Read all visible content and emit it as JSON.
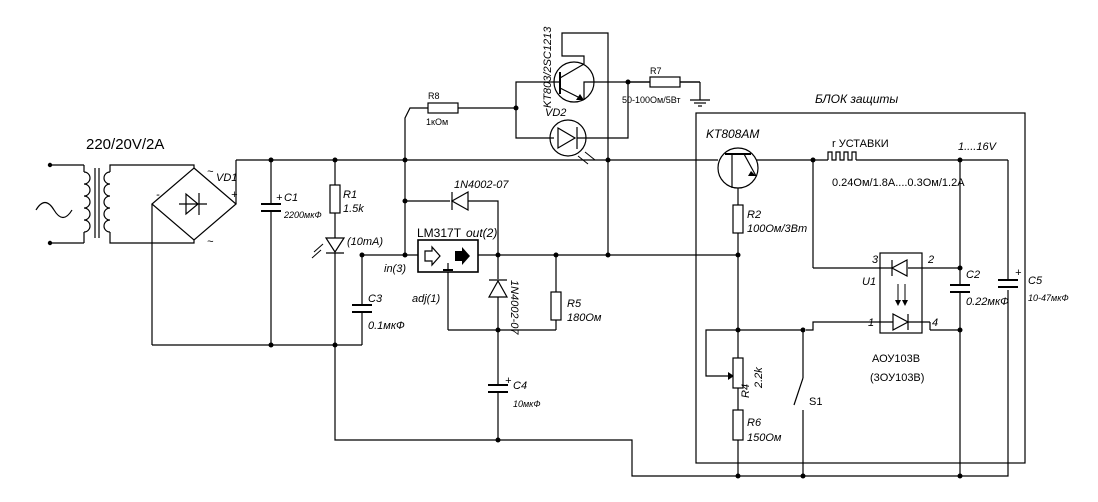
{
  "transformer": {
    "rating": "220/20V/2A"
  },
  "bridge": {
    "ref": "VD1",
    "minus": "-",
    "plus": "+",
    "ac1": "~",
    "ac2": "~"
  },
  "c1": {
    "ref": "C1",
    "value": "2200мкФ",
    "plus": "+"
  },
  "r1": {
    "ref": "R1",
    "value": "1.5k"
  },
  "led1": {
    "current": "(10mA)"
  },
  "c3": {
    "ref": "C3",
    "value": "0.1мкФ"
  },
  "r8": {
    "ref": "R8",
    "value": "1кОм"
  },
  "q_top": {
    "part": "KT803/2SC1213"
  },
  "r7": {
    "ref": "R7",
    "value": "50-100Ом/5Вт"
  },
  "vd2": {
    "ref": "VD2"
  },
  "d_top": {
    "part": "1N4002-07"
  },
  "regulator": {
    "part": "LM317T",
    "out": "out(2)",
    "in": "in(3)",
    "adj": "adj(1)"
  },
  "d_right": {
    "part": "1N4002-07"
  },
  "r5": {
    "ref": "R5",
    "value": "180Ом"
  },
  "c4": {
    "ref": "C4",
    "value": "10мкФ",
    "plus": "+"
  },
  "protection": {
    "title": "БЛОК защиты",
    "transistor": "KT808AM",
    "voltage": "1....16V",
    "shunt_label": "r УСТАВКИ",
    "shunt_range": "0.24Ом/1.8А....0.3Ом/1.2А",
    "r2": {
      "ref": "R2",
      "value": "100Ом/3Вт"
    },
    "u1": {
      "ref": "U1",
      "pin1": "1",
      "pin2": "2",
      "pin3": "3",
      "pin4": "4",
      "part": "АОУ103В",
      "alt": "(3ОУ103В)"
    },
    "c2": {
      "ref": "C2",
      "value": "0.22мкФ"
    },
    "r4": {
      "ref": "R4",
      "value": "2.2k"
    },
    "r6": {
      "ref": "R6",
      "value": "150Ом"
    },
    "s1": {
      "ref": "S1"
    }
  },
  "c5": {
    "ref": "C5",
    "value": "10-47мкФ",
    "plus": "+"
  }
}
